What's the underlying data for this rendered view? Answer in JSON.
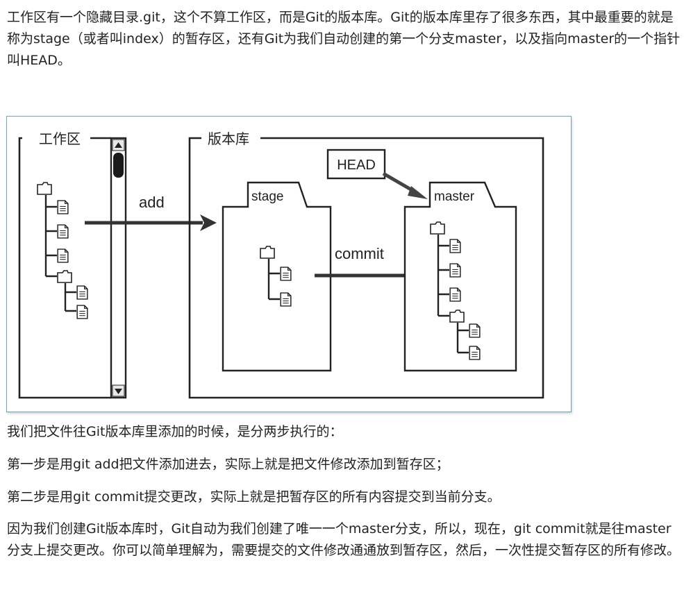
{
  "paragraphs": [
    "工作区有一个隐藏目录.git，这个不算工作区，而是Git的版本库。Git的版本库里存了很多东西，其中最重要的就是称为stage（或者叫index）的暂存区，还有Git为我们自动创建的第一个分支master，以及指向master的一个指针叫HEAD。",
    "我们把文件往Git版本库里添加的时候，是分两步执行的：",
    "第一步是用git add把文件添加进去，实际上就是把文件修改添加到暂存区；",
    "第二步是用git commit提交更改，实际上就是把暂存区的所有内容提交到当前分支。",
    "因为我们创建Git版本库时，Git自动为我们创建了唯一一个master分支，所以，现在，git commit就是往master分支上提交更改。你可以简单理解为，需要提交的文件修改通通放到暂存区，然后，一次性提交暂存区的所有修改。"
  ],
  "diagram": {
    "workspace_label": "工作区",
    "repository_label": "版本库",
    "stage_label": "stage",
    "master_label": "master",
    "head_label": "HEAD",
    "add_label": "add",
    "commit_label": "commit",
    "icons": [
      "folder-icon",
      "file-icon",
      "scroll-up-icon",
      "scroll-down-icon"
    ]
  }
}
